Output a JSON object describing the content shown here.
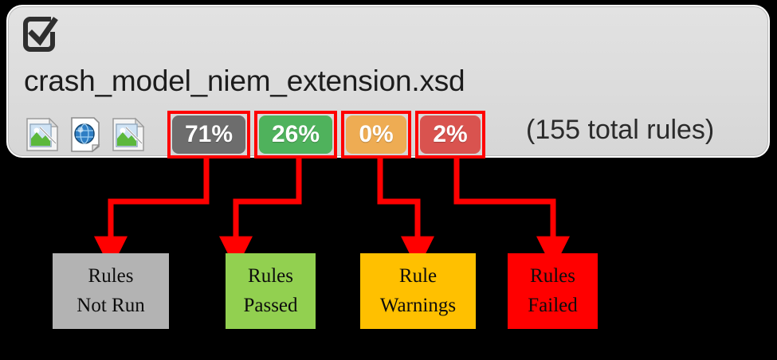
{
  "panel": {
    "status_icon": "checkbox-checked-icon",
    "filename": "crash_model_niem_extension.xsd",
    "mini_icons": [
      "broken-image-icon",
      "globe-document-icon",
      "broken-image-icon"
    ],
    "total_rules_label": "(155 total rules)",
    "background_color": "#dcdcdc"
  },
  "badges": [
    {
      "name": "rules-not-run",
      "value": "71%",
      "color": "#6d6d6d",
      "outline_color": "#ff0000"
    },
    {
      "name": "rules-passed",
      "value": "26%",
      "color": "#4fb25c",
      "outline_color": "#ff0000"
    },
    {
      "name": "rule-warnings",
      "value": "0%",
      "color": "#eeac53",
      "outline_color": "#ff0000"
    },
    {
      "name": "rules-failed",
      "value": "2%",
      "color": "#d9534f",
      "outline_color": "#ff0000"
    }
  ],
  "legend": [
    {
      "name": "rules-not-run",
      "line1": "Rules",
      "line2": "Not Run",
      "color": "#b3b3b3"
    },
    {
      "name": "rules-passed",
      "line1": "Rules",
      "line2": "Passed",
      "color": "#92d050"
    },
    {
      "name": "rule-warnings",
      "line1": "Rule",
      "line2": "Warnings",
      "color": "#ffc000"
    },
    {
      "name": "rules-failed",
      "line1": "Rules",
      "line2": "Failed",
      "color": "#ff0000"
    }
  ],
  "annotation": {
    "arrow_color": "#ff0000",
    "arrow_count": 4
  }
}
